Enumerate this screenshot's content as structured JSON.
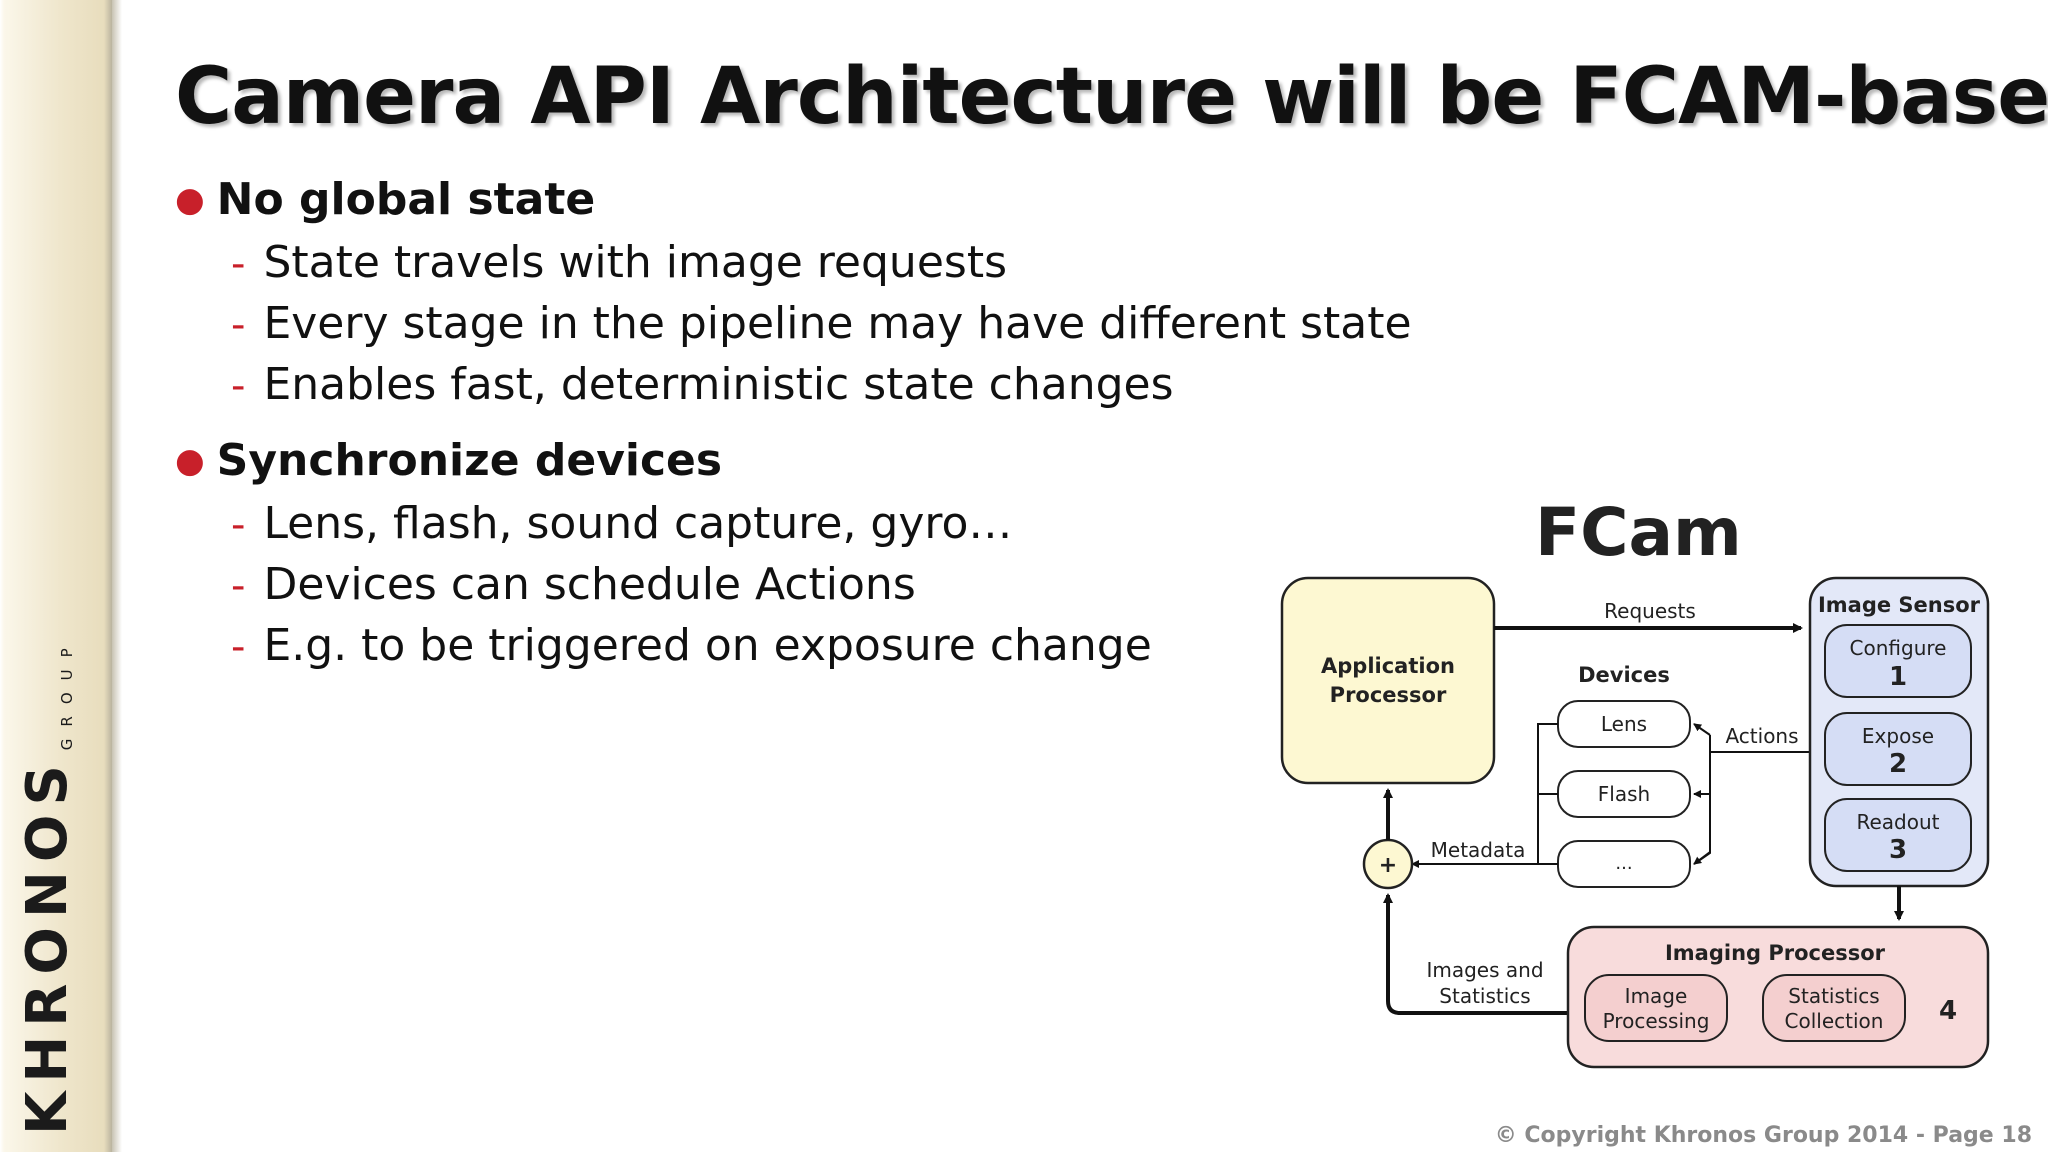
{
  "slide": {
    "title": "Camera API Architecture will be FCAM-based",
    "bullets": [
      {
        "text": "No global state",
        "sub": [
          "State travels with image requests",
          "Every stage in the pipeline may have different state",
          "Enables fast, deterministic state changes"
        ]
      },
      {
        "text": "Synchronize devices",
        "sub": [
          "Lens, flash, sound capture, gyro…",
          "Devices can schedule Actions",
          "E.g. to be triggered on exposure change"
        ]
      }
    ],
    "footer": "© Copyright Khronos Group 2014 - Page 18"
  },
  "logo": {
    "name": "KHRONOS",
    "sub": "GROUP"
  },
  "diagram": {
    "brand": "FCam",
    "app_processor": [
      "Application",
      "Processor"
    ],
    "requests_label": "Requests",
    "devices_title": "Devices",
    "devices": [
      "Lens",
      "Flash",
      "..."
    ],
    "actions_label": "Actions",
    "metadata_label": "Metadata",
    "plus_symbol": "+",
    "images_stats_label": [
      "Images and",
      "Statistics"
    ],
    "image_sensor": {
      "title": "Image Sensor",
      "stages": [
        {
          "label": "Configure",
          "num": "1"
        },
        {
          "label": "Expose",
          "num": "2"
        },
        {
          "label": "Readout",
          "num": "3"
        }
      ]
    },
    "imaging_processor": {
      "title": "Imaging Processor",
      "blocks": [
        [
          "Image",
          "Processing"
        ],
        [
          "Statistics",
          "Collection"
        ]
      ],
      "num": "4"
    },
    "colors": {
      "app": "#fdf8d2",
      "sensor": "#e3e8f8",
      "processor": "#f8dcdc",
      "plus": "#fdf8d2"
    }
  }
}
